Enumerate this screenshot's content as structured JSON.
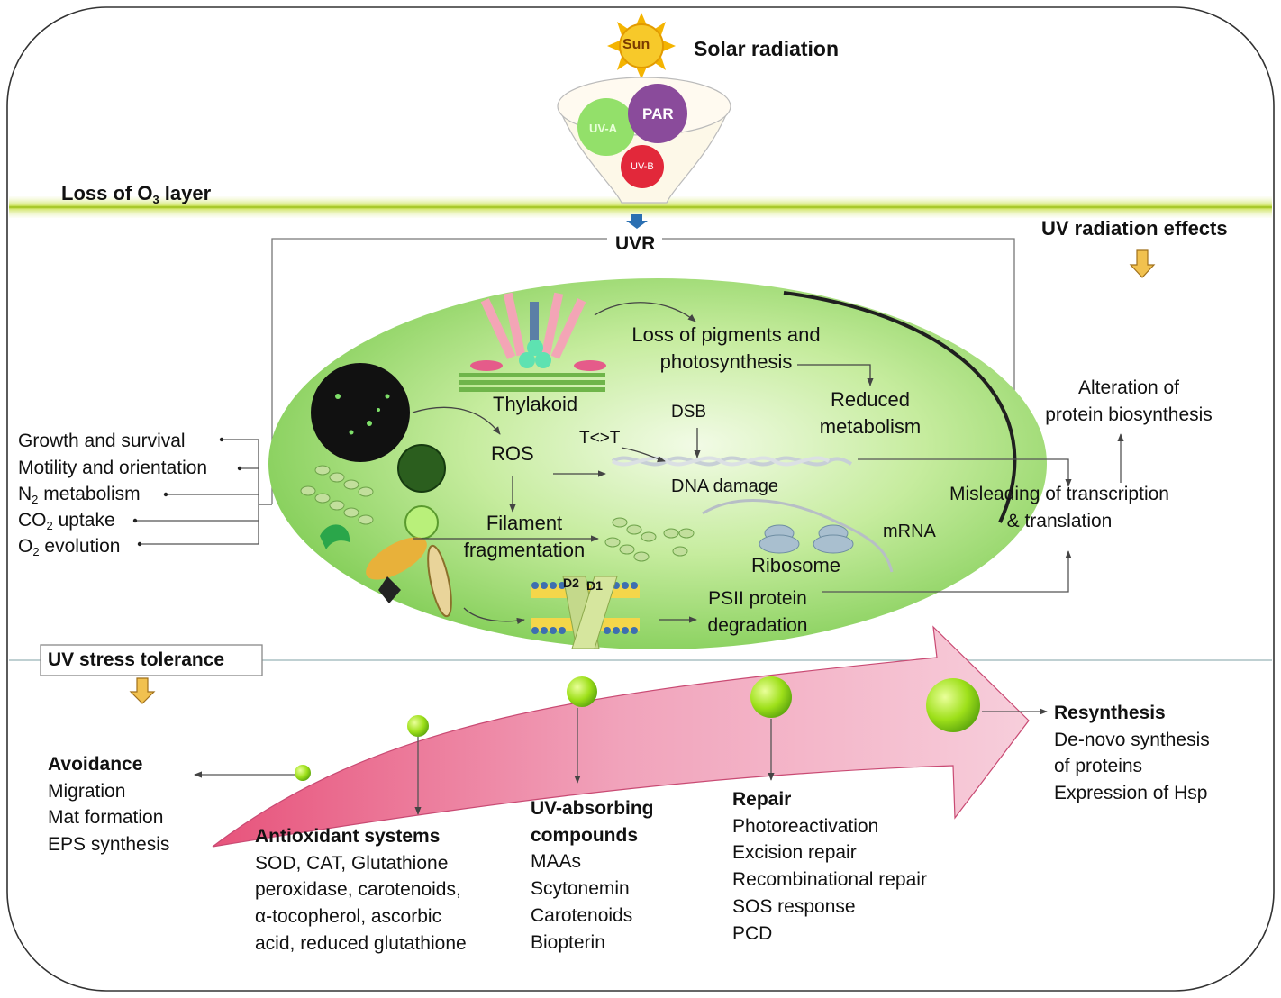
{
  "sun": {
    "label": "Sun"
  },
  "solar_radiation": "Solar radiation",
  "funnel": {
    "uva": "UV-A",
    "par": "PAR",
    "uvb": "UV-B"
  },
  "ozone": {
    "prefix": "Loss of O",
    "sub": "3",
    "suffix": " layer"
  },
  "uvr": "UVR",
  "uv_effects": "UV radiation effects",
  "cell": {
    "loss_pigments": [
      "Loss of pigments and",
      "photosynthesis"
    ],
    "thylakoid": "Thylakoid",
    "reduced_metabolism": [
      "Reduced",
      "metabolism"
    ],
    "dsb": "DSB",
    "ttt": "T<>T",
    "ros": "ROS",
    "dna_damage": "DNA damage",
    "filament": [
      "Filament",
      "fragmentation"
    ],
    "mrna": "mRNA",
    "ribosome": "Ribosome",
    "psii": [
      "PSII protein",
      "degradation"
    ],
    "d2": "D2",
    "d1": "D1"
  },
  "left_effects": {
    "growth": "Growth and survival",
    "motility": "Motility and orientation",
    "n2": {
      "prefix": "N",
      "sub": "2",
      "suffix": " metabolism"
    },
    "co2": {
      "prefix": "CO",
      "sub": "2",
      "suffix": " uptake"
    },
    "o2": {
      "prefix": "O",
      "sub": "2",
      "suffix": " evolution"
    }
  },
  "alteration": [
    "Alteration of",
    "protein biosynthesis"
  ],
  "misleading": [
    "Misleading of transcription",
    "& translation"
  ],
  "uv_stress": "UV stress tolerance",
  "avoidance": {
    "heading": "Avoidance",
    "items": [
      "Migration",
      "Mat formation",
      "EPS synthesis"
    ]
  },
  "antioxidant": {
    "heading": "Antioxidant systems",
    "items": [
      "SOD, CAT, Glutathione",
      "peroxidase, carotenoids,",
      "α-tocopherol, ascorbic",
      "acid, reduced glutathione"
    ]
  },
  "uv_absorbing": {
    "heading": [
      "UV-absorbing",
      "compounds"
    ],
    "items": [
      "MAAs",
      "Scytonemin",
      "Carotenoids",
      "Biopterin"
    ]
  },
  "repair": {
    "heading": "Repair",
    "items": [
      "Photoreactivation",
      "Excision repair",
      "Recombinational repair",
      "SOS response",
      "PCD"
    ]
  },
  "resynthesis": {
    "heading": "Resynthesis",
    "items": [
      "De-novo synthesis",
      "of proteins",
      "Expression of Hsp"
    ]
  }
}
